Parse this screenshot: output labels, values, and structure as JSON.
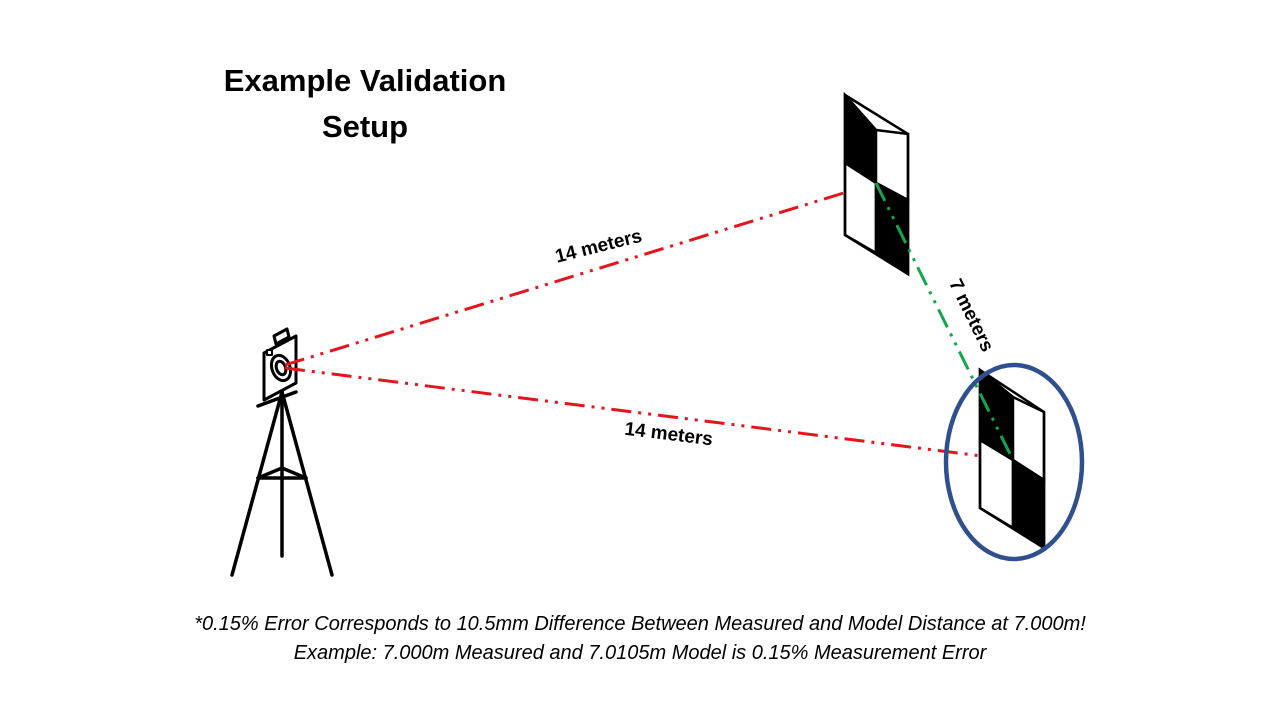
{
  "title": {
    "line1": "Example Validation",
    "line2": "Setup"
  },
  "labels": {
    "top_distance": "14 meters",
    "bottom_distance": "14 meters",
    "between_targets": "7 meters"
  },
  "footnote": {
    "line1": "*0.15% Error Corresponds to 10.5mm Difference Between Measured and Model Distance at 7.000m!",
    "line2": "Example: 7.000m Measured and 7.0105m Model is 0.15% Measurement Error"
  },
  "colors": {
    "camera_to_target_line": "#e8141b",
    "target_to_target_line": "#12a84a",
    "highlight_circle": "#2f4f8f",
    "ink": "#000000"
  },
  "icons": {
    "camera": "camera-icon",
    "tripod": "tripod-icon",
    "target": "checkerboard-target-icon"
  }
}
